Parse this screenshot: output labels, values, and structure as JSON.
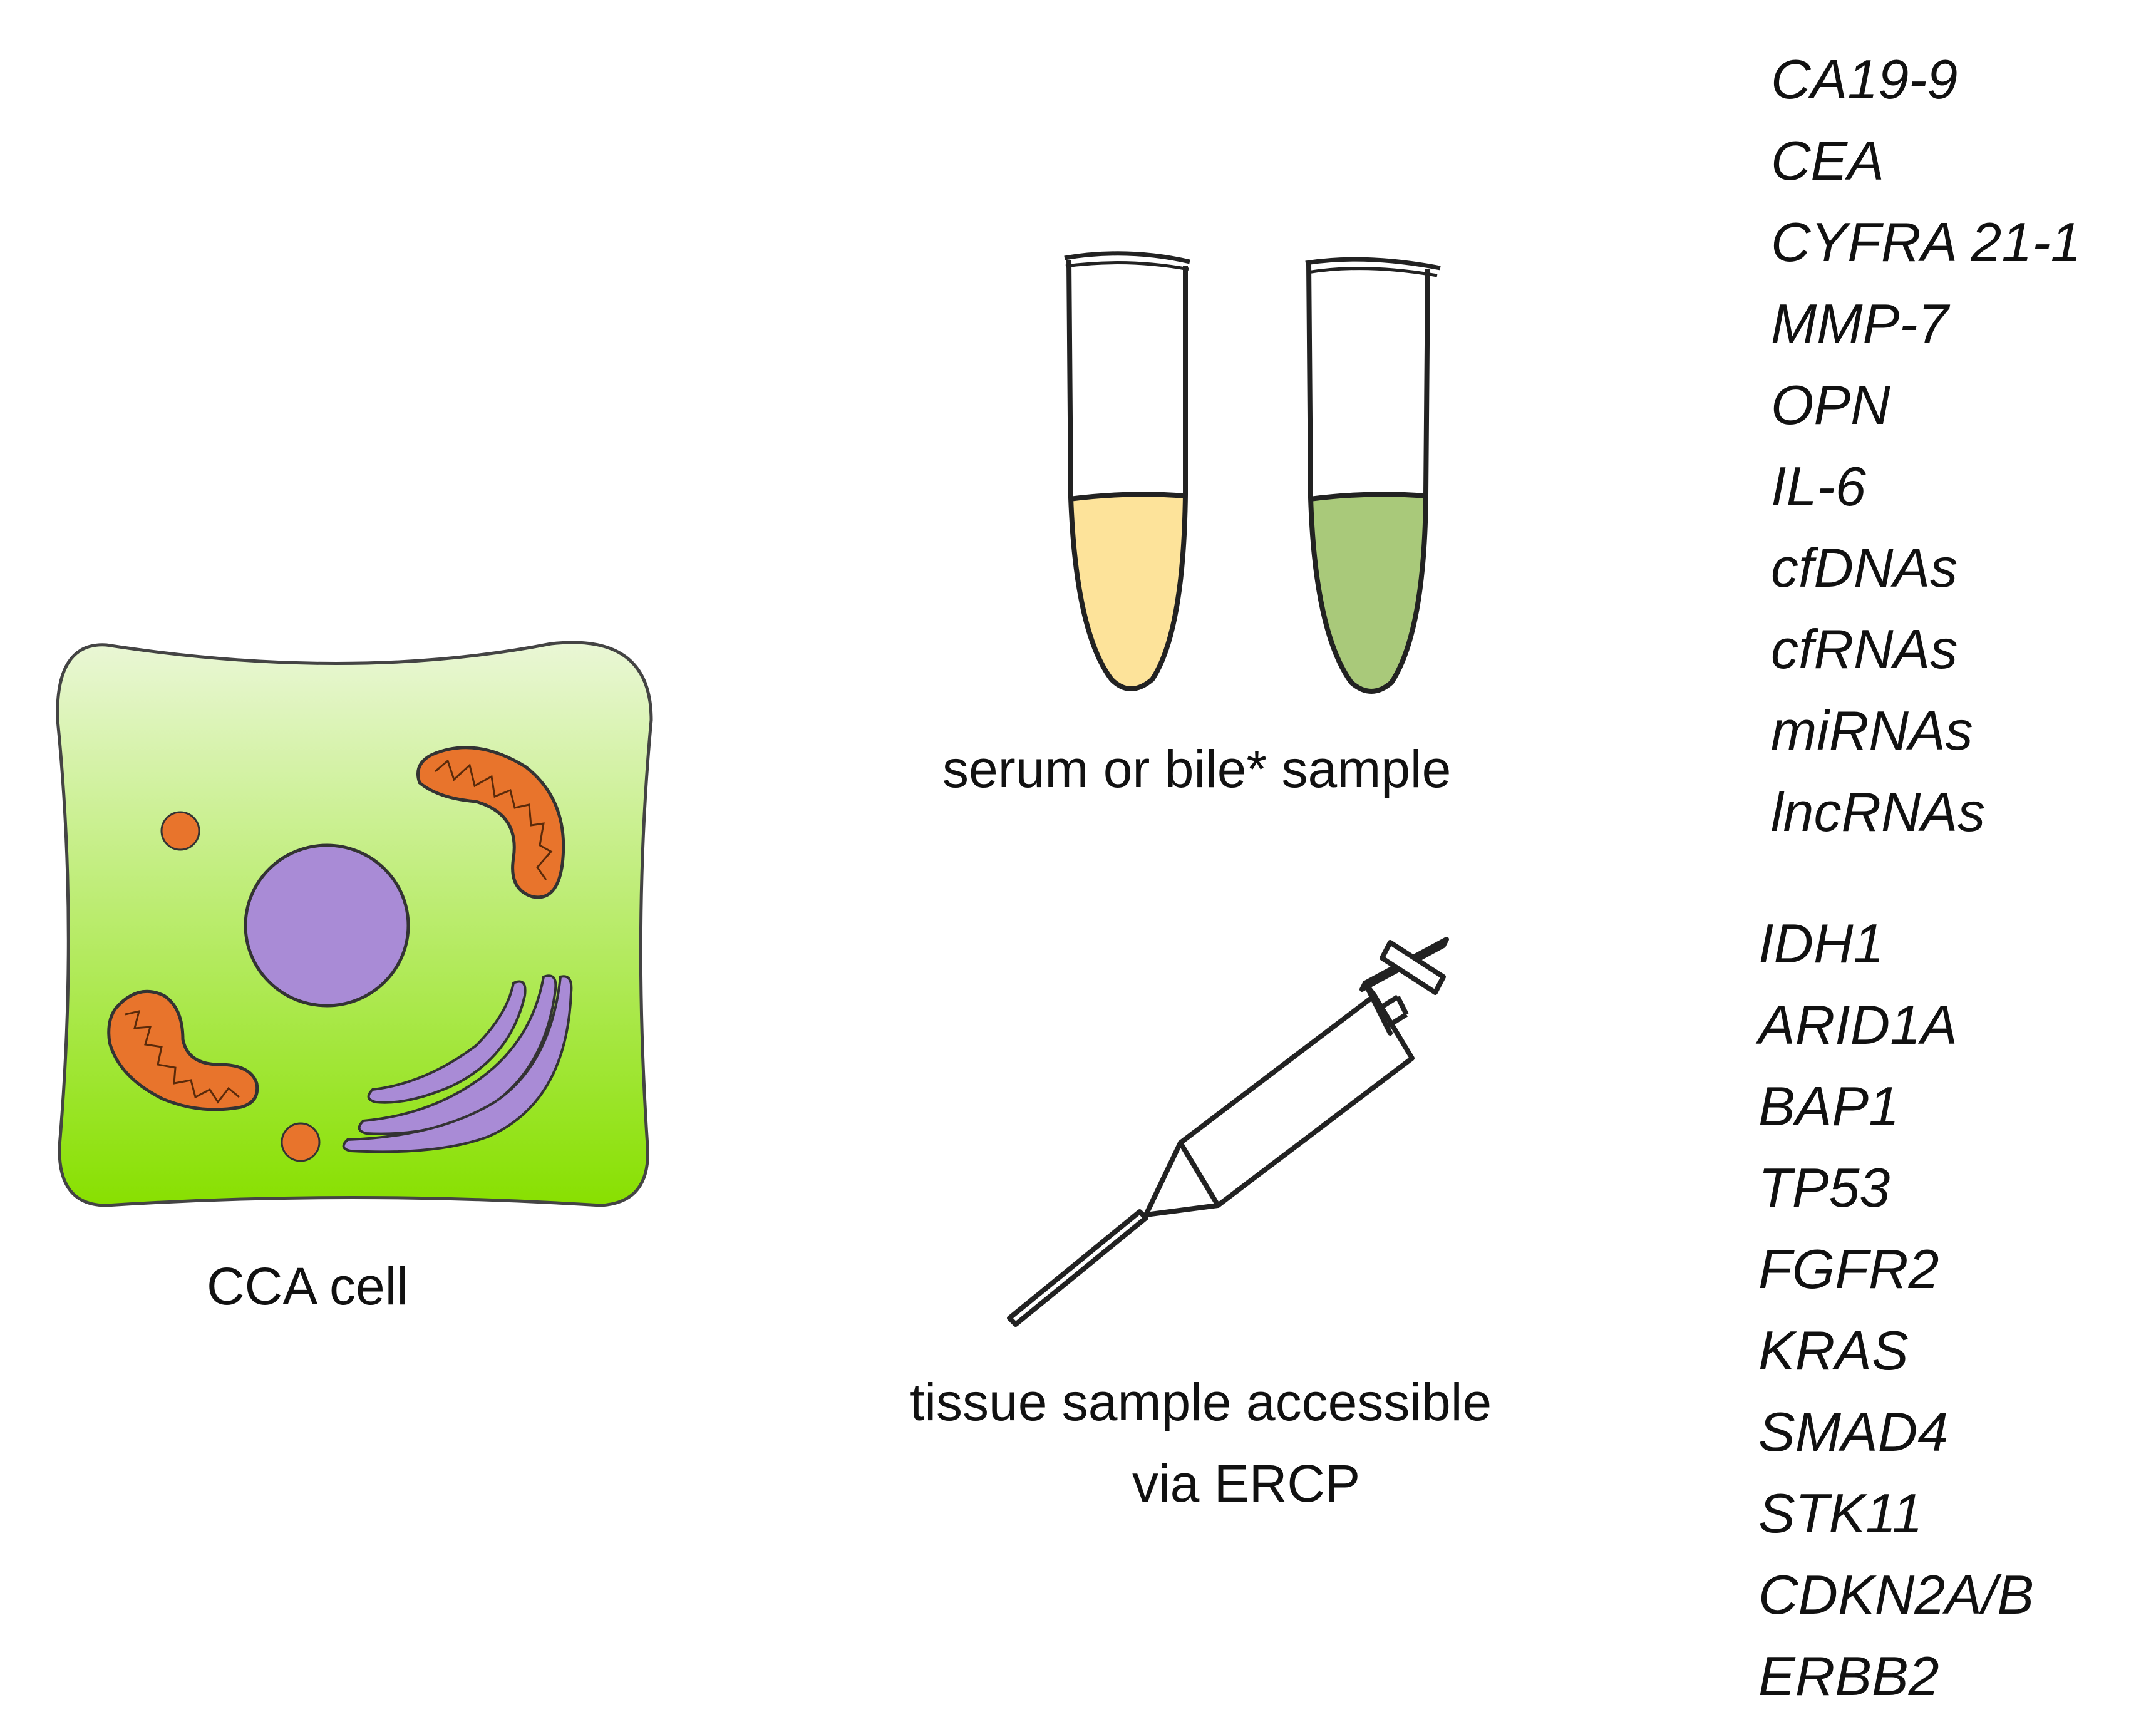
{
  "labels": {
    "cell": "CCA cell",
    "fluid_sample": "serum or bile* sample",
    "tissue_sample_line1": "tissue sample accessible",
    "tissue_sample_line2": "via ERCP"
  },
  "fluid_markers": [
    "CA19-9",
    "CEA",
    "CYFRA 21-1",
    "MMP-7",
    "OPN",
    "IL-6",
    "cfDNAs",
    "cfRNAs",
    "miRNAs",
    "lncRNAs"
  ],
  "tissue_markers": [
    "IDH1",
    "ARID1A",
    "BAP1",
    "TP53",
    "FGFR2",
    "KRAS",
    "SMAD4",
    "STK11",
    "CDKN2A/B",
    "ERBB2"
  ],
  "colors": {
    "cell_top": "#eaf7d6",
    "cell_bottom": "#88e000",
    "nucleus": "#a98bd6",
    "golgi": "#a98bd6",
    "mitochondria": "#e8742c",
    "serum": "#fde39a",
    "bile": "#a9c97a",
    "outline": "#222222"
  }
}
